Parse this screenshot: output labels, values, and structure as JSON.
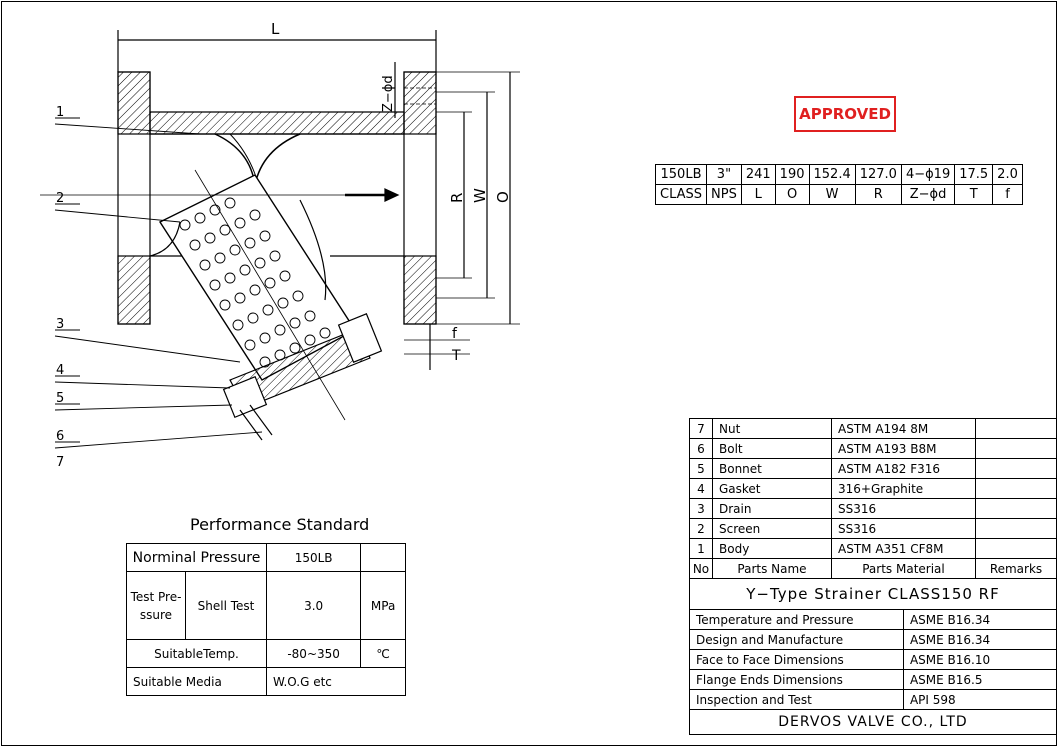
{
  "stamp": "APPROVED",
  "drawing": {
    "dim_L": "L",
    "dim_Zd": "Z−ϕd",
    "dim_R": "R",
    "dim_W": "W",
    "dim_O": "O",
    "dim_f": "f",
    "dim_T": "T",
    "callouts": [
      "1",
      "2",
      "3",
      "4",
      "5",
      "6",
      "7"
    ]
  },
  "dimension_table": {
    "values": [
      "150LB",
      "3\"",
      "241",
      "190",
      "152.4",
      "127.0",
      "4−ϕ19",
      "17.5",
      "2.0"
    ],
    "labels": [
      "CLASS",
      "NPS",
      "L",
      "O",
      "W",
      "R",
      "Z−ϕd",
      "T",
      "f"
    ]
  },
  "performance": {
    "title": "Performance Standard",
    "nominal_label": "Norminal Pressure",
    "nominal_value": "150LB",
    "test_label": "Test Pre- ssure",
    "shell_label": "Shell Test",
    "shell_value": "3.0",
    "shell_unit": "MPa",
    "temp_label": "SuitableTemp.",
    "temp_value": "-80~350",
    "temp_unit": "℃",
    "media_label": "Suitable Media",
    "media_value": "W.O.G etc"
  },
  "bom": {
    "rows": [
      {
        "no": "7",
        "name": "Nut",
        "material": "ASTM A194 8M"
      },
      {
        "no": "6",
        "name": "Bolt",
        "material": "ASTM A193 B8M"
      },
      {
        "no": "5",
        "name": "Bonnet",
        "material": "ASTM A182 F316"
      },
      {
        "no": "4",
        "name": "Gasket",
        "material": "316+Graphite"
      },
      {
        "no": "3",
        "name": "Drain",
        "material": "SS316"
      },
      {
        "no": "2",
        "name": "Screen",
        "material": "SS316"
      },
      {
        "no": "1",
        "name": "Body",
        "material": "ASTM A351 CF8M"
      }
    ],
    "header": {
      "no": "No",
      "name": "Parts Name",
      "material": "Parts Material",
      "remarks": "Remarks"
    },
    "title": "Y−Type Strainer  CLASS150  RF",
    "standards": [
      {
        "label": "Temperature and Pressure",
        "value": "ASME B16.34"
      },
      {
        "label": "Design and Manufacture",
        "value": "ASME B16.34"
      },
      {
        "label": "Face to Face Dimensions",
        "value": "ASME B16.10"
      },
      {
        "label": "Flange Ends Dimensions",
        "value": "ASME B16.5"
      },
      {
        "label": "Inspection and Test",
        "value": "API 598"
      }
    ],
    "company": "DERVOS VALVE CO., LTD"
  }
}
